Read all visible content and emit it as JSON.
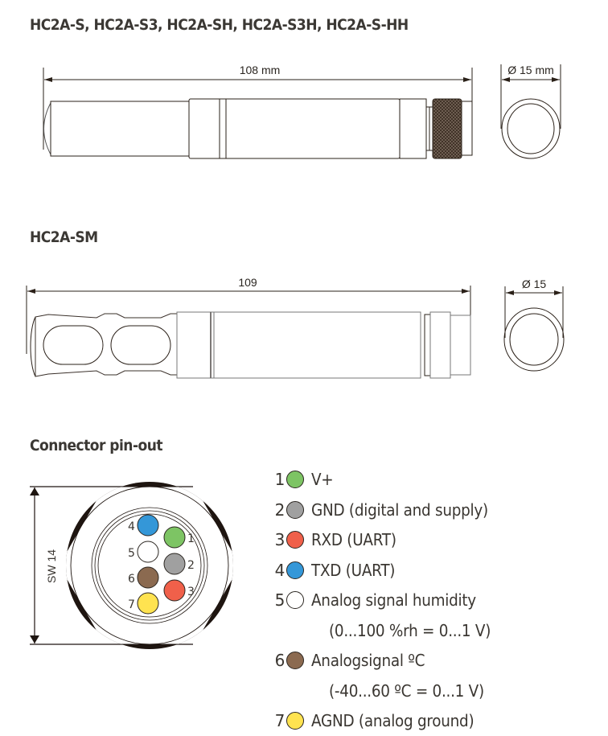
{
  "sections": {
    "probe_s": {
      "title": "HC2A-S, HC2A-S3, HC2A-SH, HC2A-S3H, HC2A-S-HH",
      "length_label": "108 mm",
      "diameter_label": "Ø 15 mm"
    },
    "probe_sm": {
      "title": "HC2A-SM",
      "length_label": "109",
      "diameter_label": "Ø 15"
    },
    "connector": {
      "title": "Connector pin-out",
      "wrench_size_label": "SW 14",
      "pins": [
        {
          "number": "1",
          "color": "#7dc464",
          "label": "V+",
          "sublabel": ""
        },
        {
          "number": "2",
          "color": "#a0a0a0",
          "label": "GND (digital and supply)",
          "sublabel": ""
        },
        {
          "number": "3",
          "color": "#f0604a",
          "label": "RXD (UART)",
          "sublabel": ""
        },
        {
          "number": "4",
          "color": "#3497d8",
          "label": "TXD (UART)",
          "sublabel": ""
        },
        {
          "number": "5",
          "color": "#ffffff",
          "label": "Analog signal humidity",
          "sublabel": "(0...100 %rh = 0...1 V)"
        },
        {
          "number": "6",
          "color": "#8b6a50",
          "label": "Analogsignal ºC",
          "sublabel": "(-40...60 ºC = 0...1 V)"
        },
        {
          "number": "7",
          "color": "#ffe350",
          "label": "AGND (analog ground)",
          "sublabel": ""
        }
      ]
    }
  },
  "colors": {
    "line": "#2a2018",
    "text": "#3a3631",
    "knurl": "#3a2c22"
  }
}
